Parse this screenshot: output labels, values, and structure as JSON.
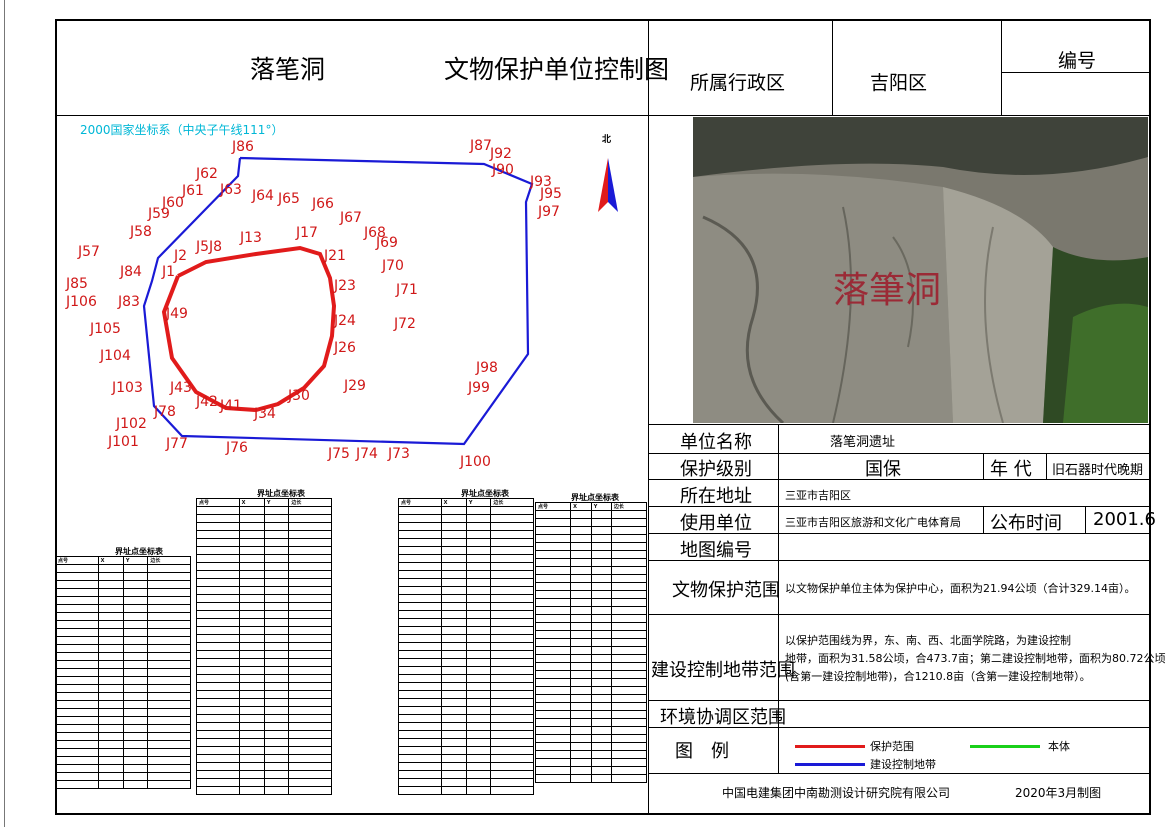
{
  "header": {
    "title_left": "落笔洞",
    "title_right": "文物保护单位控制图",
    "district_label": "所属行政区",
    "district_value": "吉阳区",
    "number_label": "编号"
  },
  "map": {
    "coord_system": "2000国家坐标系（中央子午线111°）",
    "north_label": "北",
    "colors": {
      "protect": "#e11b1b",
      "control": "#1a1ad6",
      "body": "#19d019",
      "coord_text": "#00b7d6"
    },
    "labels": [
      "J86",
      "J87",
      "J92",
      "J90",
      "J93",
      "J95",
      "J97",
      "J62",
      "J61",
      "J63",
      "J60",
      "J64",
      "J65",
      "J66",
      "J59",
      "J58",
      "J67",
      "J68",
      "J69",
      "J57",
      "J2",
      "J5J8",
      "J13",
      "J17",
      "J21",
      "J70",
      "J84",
      "J1",
      "J85",
      "J106",
      "J83",
      "J71",
      "J23",
      "J49",
      "J24",
      "J105",
      "J72",
      "J104",
      "J26",
      "J98",
      "J103",
      "J43",
      "J29",
      "J99",
      "J30",
      "J42",
      "J41",
      "J34",
      "J78",
      "J102",
      "J101",
      "J77",
      "J76",
      "J75",
      "J74",
      "J73",
      "J100"
    ]
  },
  "coord_tables": [
    {
      "title": "界址点坐标表",
      "headers": [
        "点号",
        "X",
        "Y",
        "边长"
      ]
    },
    {
      "title": "界址点坐标表",
      "headers": [
        "点号",
        "X",
        "Y",
        "边长"
      ]
    },
    {
      "title": "界址点坐标表",
      "headers": [
        "点号",
        "X",
        "Y",
        "边长"
      ]
    },
    {
      "title": "界址点坐标表",
      "headers": [
        "点号",
        "X",
        "Y",
        "边长"
      ]
    }
  ],
  "info": {
    "unit_name_label": "单位名称",
    "unit_name_value": "落笔洞遗址",
    "level_label": "保护级别",
    "level_value": "国保",
    "era_label": "年 代",
    "era_value": "旧石器时代晚期",
    "address_label": "所在地址",
    "address_value": "三亚市吉阳区",
    "user_label": "使用单位",
    "user_value": "三亚市吉阳区旅游和文化广电体育局",
    "publish_label": "公布时间",
    "publish_value": "2001.6",
    "map_no_label": "地图编号",
    "map_no_value": "",
    "protect_label": "文物保护范围",
    "protect_value": "以文物保护单位主体为保护中心，面积为21.94公顷（合计329.14亩）。",
    "control_label": "建设控制地带范围",
    "control_value_1": "以保护范围线为界，东、南、西、北面学院路，为建设控制",
    "control_value_2": "地带，面积为31.58公顷，合473.7亩；第二建设控制地带，面积为80.72公顷",
    "control_value_3": "(含第一建设控制地带)，合1210.8亩（含第一建设控制地带）。",
    "env_label": "环境协调区范围",
    "env_value": "",
    "legend_label": "图　例",
    "legend_protect": "保护范围",
    "legend_control": "建设控制地带",
    "legend_body": "本体"
  },
  "footer": {
    "company": "中国电建集团中南勘测设计研究院有限公司",
    "date": "2020年3月制图"
  },
  "photo": {
    "inscription": "落筆洞"
  }
}
